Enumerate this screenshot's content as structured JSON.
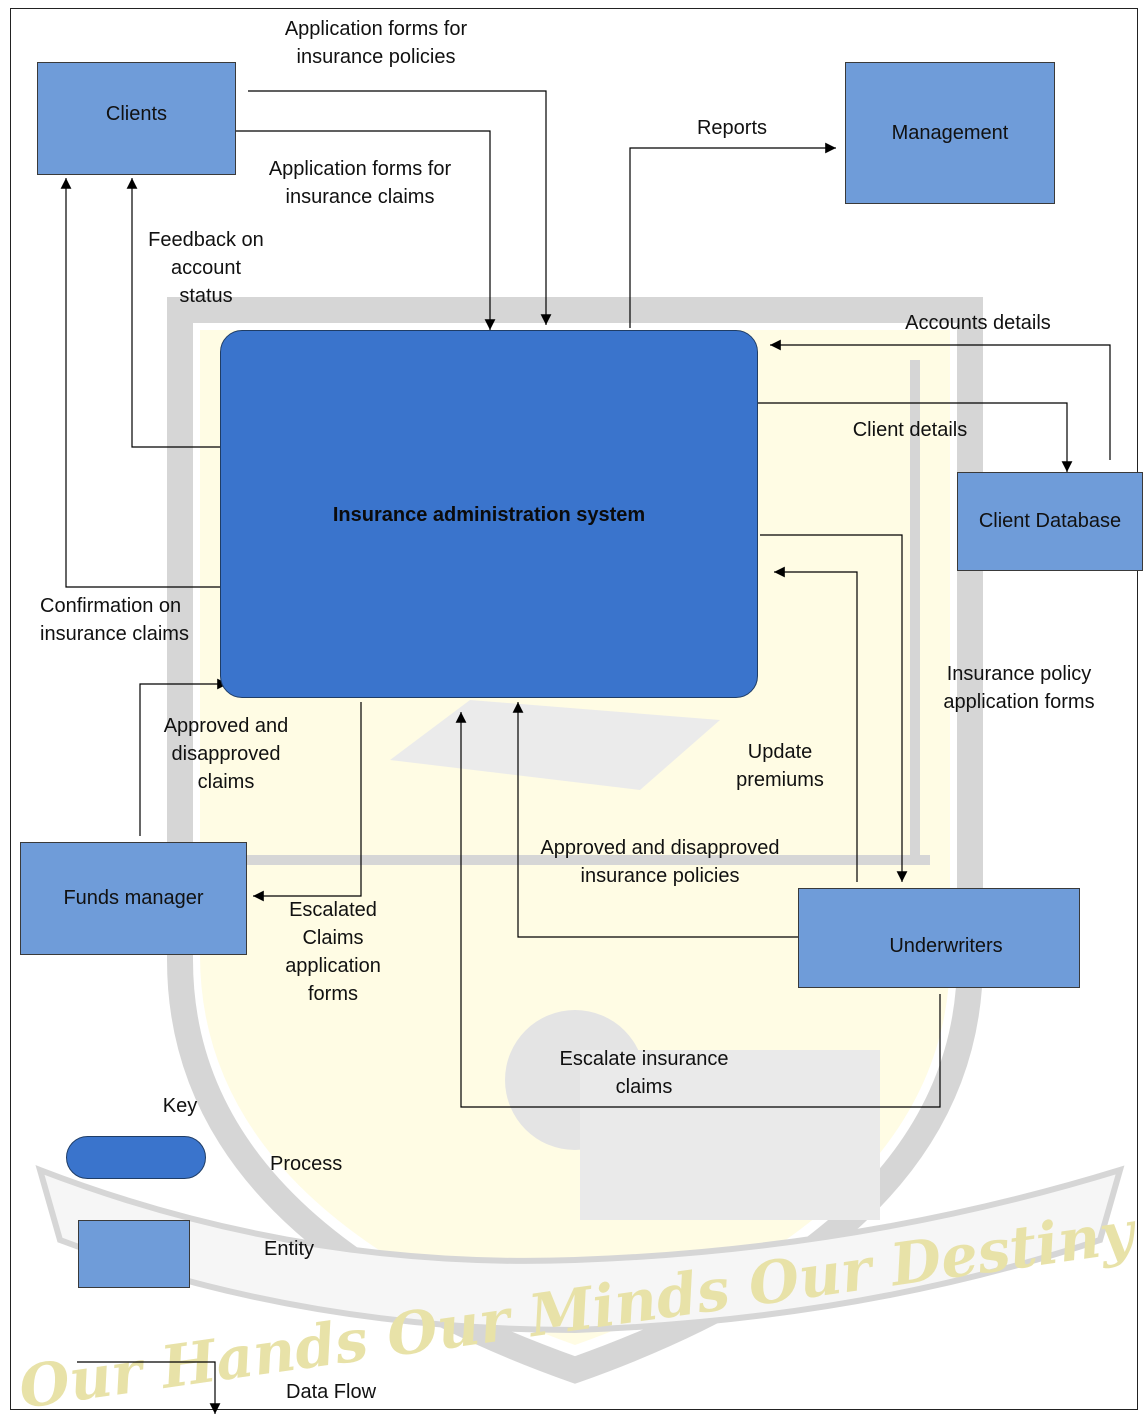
{
  "colors": {
    "entity_fill": "#6f9cd9",
    "process_fill": "#3a74cc",
    "line": "#000000",
    "watermark_gray": "#b5b5b5",
    "watermark_yellow": "#fdf6b8",
    "watermark_text": "#e8e2a8"
  },
  "entities": {
    "clients": "Clients",
    "management": "Management",
    "client_database": "Client Database",
    "funds_manager": "Funds manager",
    "underwriters": "Underwriters"
  },
  "process": {
    "label": "Insurance administration system"
  },
  "flows": {
    "app_forms_policies": "Application forms for\ninsurance policies",
    "app_forms_claims": "Application forms for\ninsurance claims",
    "feedback_account": "Feedback on\naccount\nstatus",
    "reports": "Reports",
    "accounts_details": "Accounts details",
    "client_details": "Client details",
    "confirmation_claims": "Confirmation on\ninsurance claims",
    "approved_disapproved_claims": "Approved and\ndisapproved\nclaims",
    "insurance_policy_forms": "Insurance policy\napplication forms",
    "update_premiums": "Update\npremiums",
    "approved_disapproved_policies": "Approved and disapproved\ninsurance policies",
    "escalated_claims_forms": "Escalated\nClaims\napplication\nforms",
    "escalate_insurance_claims": "Escalate insurance\nclaims"
  },
  "key": {
    "title": "Key",
    "process": "Process",
    "entity": "Entity",
    "data_flow": "Data Flow"
  },
  "watermark": {
    "motto": "Our Hands Our Minds Our Destiny"
  }
}
